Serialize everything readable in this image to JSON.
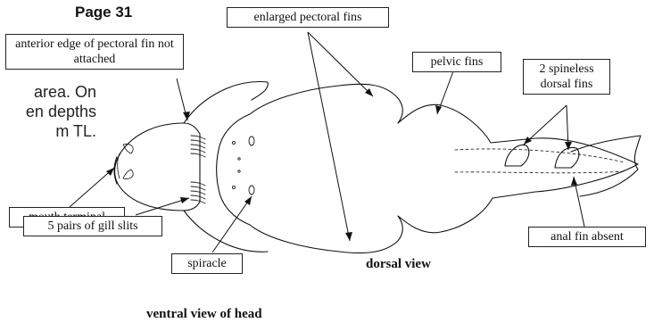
{
  "page": {
    "number_label": "Page 31"
  },
  "background_text": {
    "line1": "area.  On",
    "line2": "en depths",
    "line3": "m TL."
  },
  "labels": {
    "pectoral_edge": "anterior edge of pectoral fin not attached",
    "enlarged_pectoral": "enlarged pectoral fins",
    "pelvic": "pelvic fins",
    "dorsal_fins": "2 spineless dorsal fins",
    "mouth": "mouth terminal",
    "gill_slits": "5 pairs of gill slits",
    "spiracle": "spiracle",
    "anal_fin": "anal fin absent"
  },
  "captions": {
    "dorsal_view": "dorsal view",
    "ventral_view": "ventral view of head"
  }
}
